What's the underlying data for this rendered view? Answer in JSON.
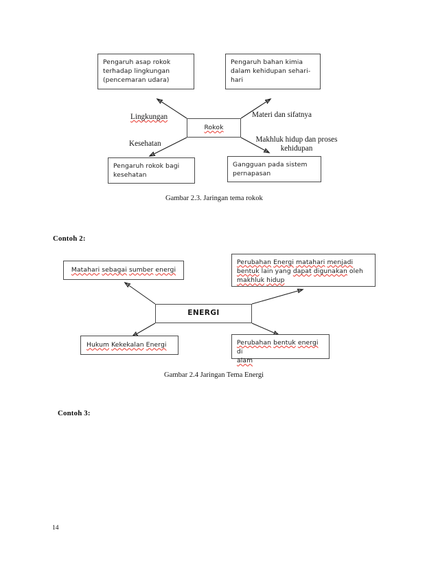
{
  "page": {
    "number": "14",
    "background": "#ffffff",
    "spellcheck_color": "#e8342a",
    "line_color": "#1d1d1d"
  },
  "diagram1": {
    "center": {
      "label": "Rokok",
      "spellchecked": true
    },
    "caption": "Gambar 2.3. Jaringan tema rokok",
    "connector_labels": [
      {
        "name": "lingkungan",
        "text": "Lingkungan",
        "spellchecked": true
      },
      {
        "name": "materi-dan-sifatnya",
        "text": "Materi dan sifatnya",
        "spellchecked": false
      },
      {
        "name": "kesehatan",
        "text": "Kesehatan",
        "spellchecked": false
      },
      {
        "name": "makhluk-hidup",
        "line1": "Makhluk hidup dan proses",
        "line2": "kehidupan",
        "spellchecked": false
      }
    ],
    "boxes": [
      {
        "name": "box-asap-rokok",
        "lines": [
          "Pengaruh asap rokok",
          "terhadap  lingkungan",
          "(pencemaran  udara)"
        ]
      },
      {
        "name": "box-bahan-kimia",
        "lines": [
          "Pengaruh bahan  kimia",
          "dalam kehidupan  sehari-",
          "hari"
        ]
      },
      {
        "name": "box-pengaruh-rokok-kesehatan",
        "lines": [
          "Pengaruh rokok bagi",
          "kesehatan"
        ]
      },
      {
        "name": "box-gangguan-pernapasan",
        "lines": [
          "Gangguan pada  sistem",
          "pernapasan"
        ]
      }
    ]
  },
  "contoh2": {
    "label": "Contoh 2:"
  },
  "diagram2": {
    "center": {
      "label": "ENERGI"
    },
    "caption": "Gambar 2.4 Jaringan Tema Energi",
    "boxes": [
      {
        "name": "box-matahari-sumber-energi",
        "segments": [
          {
            "t": "Matahari",
            "sq": true
          },
          {
            "t": " ",
            "sq": false
          },
          {
            "t": "sebagai",
            "sq": true
          },
          {
            "t": " ",
            "sq": false
          },
          {
            "t": "sumber",
            "sq": true
          },
          {
            "t": " ",
            "sq": false
          },
          {
            "t": "energi",
            "sq": true
          }
        ]
      },
      {
        "name": "box-perubahan-energi-matahari",
        "segments": [
          {
            "t": "Perubahan",
            "sq": true
          },
          {
            "t": " ",
            "sq": false
          },
          {
            "t": "Energi",
            "sq": true
          },
          {
            "t": " ",
            "sq": false
          },
          {
            "t": "matahari",
            "sq": true
          },
          {
            "t": " ",
            "sq": false
          },
          {
            "t": "menjadi",
            "sq": true
          },
          {
            "t": "\n",
            "sq": false
          },
          {
            "t": "bentuk",
            "sq": true
          },
          {
            "t": " lain yang ",
            "sq": false
          },
          {
            "t": "dapat",
            "sq": true
          },
          {
            "t": " ",
            "sq": false
          },
          {
            "t": "digunakan",
            "sq": true
          },
          {
            "t": " oleh",
            "sq": false
          },
          {
            "t": "\n",
            "sq": false
          },
          {
            "t": "makhluk",
            "sq": true
          },
          {
            "t": " ",
            "sq": false
          },
          {
            "t": "hidup",
            "sq": true
          }
        ]
      },
      {
        "name": "box-hukum-kekekalan-energi",
        "segments": [
          {
            "t": "Hukum",
            "sq": true
          },
          {
            "t": " ",
            "sq": false
          },
          {
            "t": "Kekekalan",
            "sq": true
          },
          {
            "t": " ",
            "sq": false
          },
          {
            "t": "Energi",
            "sq": true
          }
        ]
      },
      {
        "name": "box-perubahan-bentuk-energi-alam",
        "segments": [
          {
            "t": "Perubahan",
            "sq": true
          },
          {
            "t": " ",
            "sq": false
          },
          {
            "t": "bentuk",
            "sq": true
          },
          {
            "t": " ",
            "sq": false
          },
          {
            "t": "energi",
            "sq": true
          },
          {
            "t": " di",
            "sq": false
          },
          {
            "t": "\n",
            "sq": false
          },
          {
            "t": "alam",
            "sq": true
          }
        ]
      }
    ]
  },
  "contoh3": {
    "label": "Contoh 3:"
  }
}
